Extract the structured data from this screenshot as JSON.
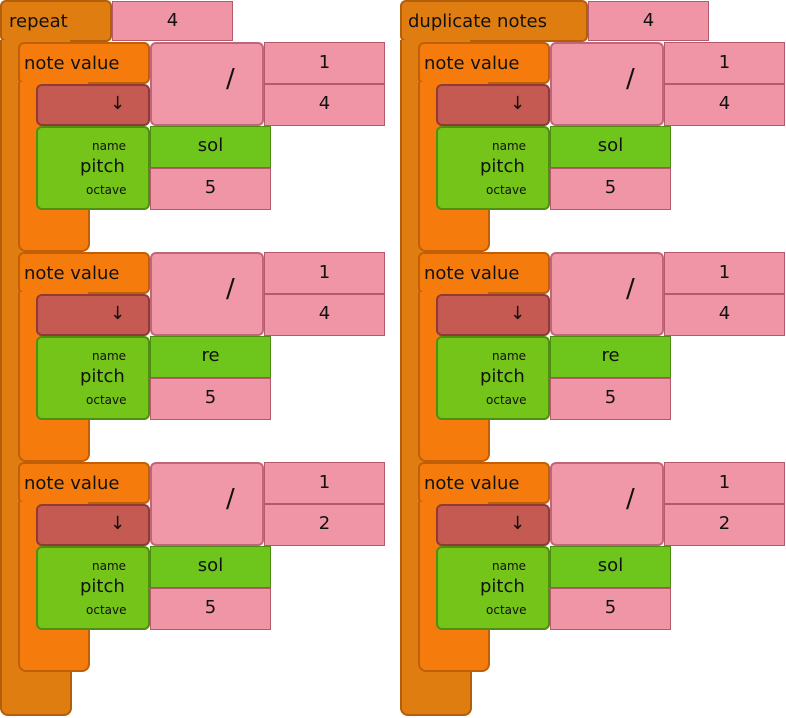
{
  "stacks": [
    {
      "title": "repeat",
      "count": "4",
      "notes": [
        {
          "label": "note value",
          "div": "/",
          "num": "1",
          "den": "4",
          "arrow": "↓",
          "pitch": "pitch",
          "name_lbl": "name",
          "octave_lbl": "octave",
          "name": "sol",
          "octave": "5"
        },
        {
          "label": "note value",
          "div": "/",
          "num": "1",
          "den": "4",
          "arrow": "↓",
          "pitch": "pitch",
          "name_lbl": "name",
          "octave_lbl": "octave",
          "name": "re",
          "octave": "5"
        },
        {
          "label": "note value",
          "div": "/",
          "num": "1",
          "den": "2",
          "arrow": "↓",
          "pitch": "pitch",
          "name_lbl": "name",
          "octave_lbl": "octave",
          "name": "sol",
          "octave": "5"
        }
      ]
    },
    {
      "title": "duplicate notes",
      "count": "4",
      "notes": [
        {
          "label": "note value",
          "div": "/",
          "num": "1",
          "den": "4",
          "arrow": "↓",
          "pitch": "pitch",
          "name_lbl": "name",
          "octave_lbl": "octave",
          "name": "sol",
          "octave": "5"
        },
        {
          "label": "note value",
          "div": "/",
          "num": "1",
          "den": "4",
          "arrow": "↓",
          "pitch": "pitch",
          "name_lbl": "name",
          "octave_lbl": "octave",
          "name": "re",
          "octave": "5"
        },
        {
          "label": "note value",
          "div": "/",
          "num": "1",
          "den": "2",
          "arrow": "↓",
          "pitch": "pitch",
          "name_lbl": "name",
          "octave_lbl": "octave",
          "name": "sol",
          "octave": "5"
        }
      ]
    }
  ],
  "colors": {
    "outer": "#e07d10",
    "note": "#f57c0c",
    "arrow_block": "#c45a52",
    "pitch": "#74c41a",
    "number_input": "#f095a6"
  }
}
